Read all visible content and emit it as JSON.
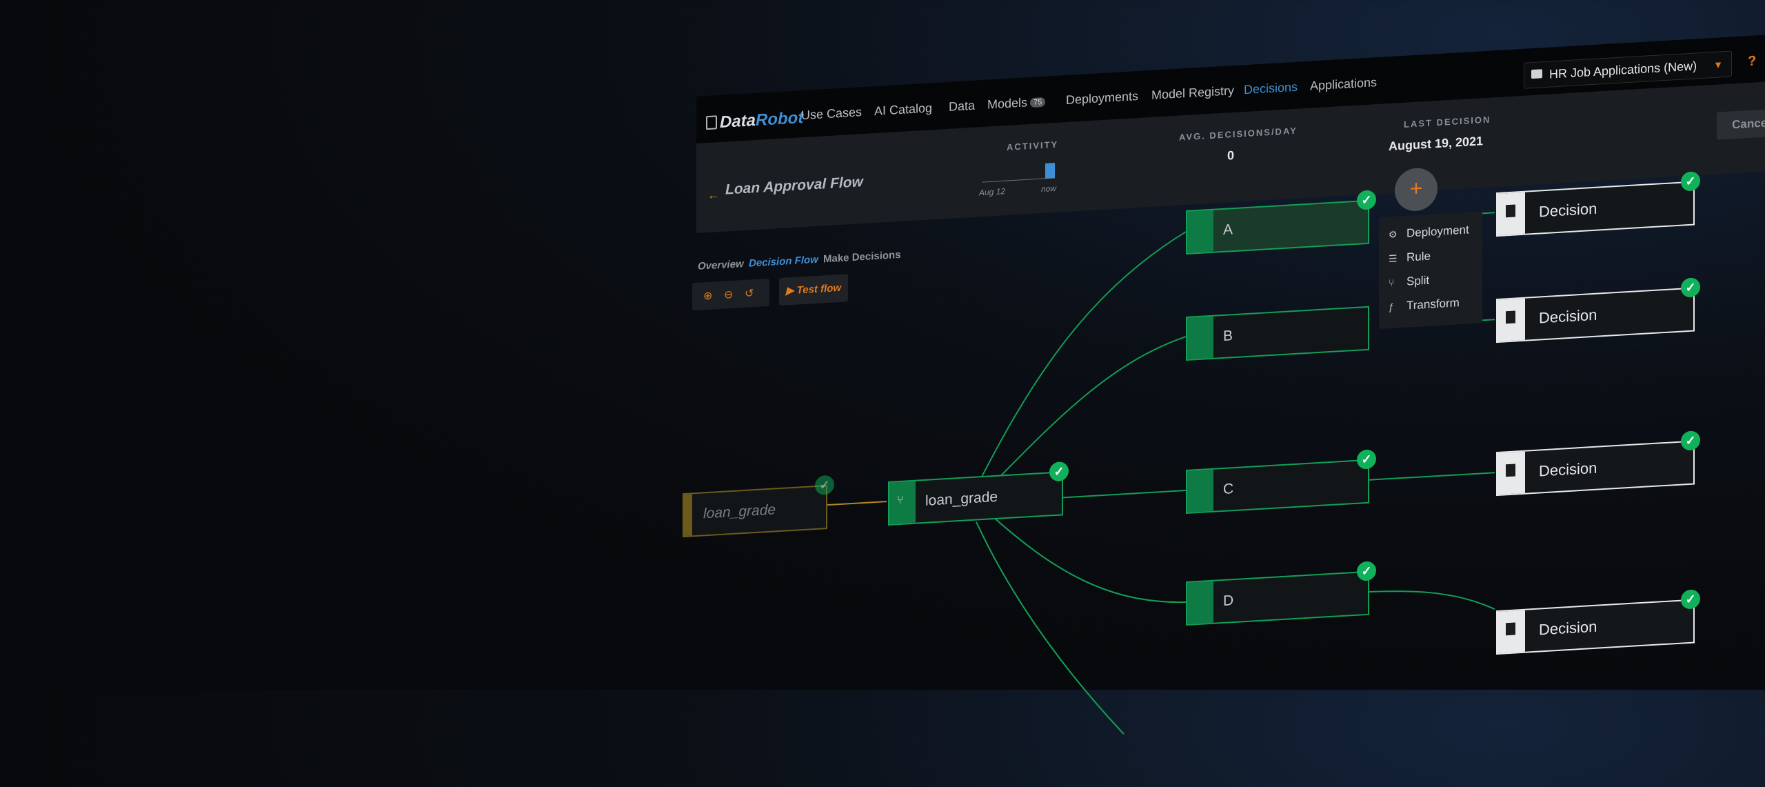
{
  "logo": {
    "data": "Data",
    "robot": "Robot"
  },
  "nav": [
    {
      "label": "Use Cases"
    },
    {
      "label": "AI Catalog"
    },
    {
      "label": "Data"
    },
    {
      "label": "Models",
      "badge": "75"
    },
    {
      "label": "Deployments"
    },
    {
      "label": "Model Registry"
    },
    {
      "label": "Decisions",
      "active": true
    },
    {
      "label": "Applications"
    }
  ],
  "project": {
    "name": "HR Job Applications (New)"
  },
  "help_label": "?",
  "header": {
    "back_icon": "←",
    "title": "Loan Approval Flow",
    "activity": {
      "label": "ACTIVITY",
      "start_tick": "Aug 12",
      "end_tick": "now"
    },
    "avg": {
      "label": "AVG. DECISIONS/DAY",
      "value": "0"
    },
    "last": {
      "label": "LAST DECISION",
      "value": "August 19, 2021"
    },
    "cancel_label": "Cancel"
  },
  "tabs": {
    "overview": "Overview",
    "flow": "Decision Flow",
    "make": "Make Decisions"
  },
  "toolbar": {
    "zoom_in": "⊕",
    "zoom_out": "⊖",
    "reset": "↺",
    "test_label": "▶ Test flow"
  },
  "nodes": {
    "input": "loan_grade",
    "split": "loan_grade",
    "a": "A",
    "b": "B",
    "c": "C",
    "d": "D",
    "decision": "Decision"
  },
  "check_glyph": "✓",
  "plus_glyph": "+",
  "add_menu": [
    "Deployment",
    "Rule",
    "Split",
    "Transform"
  ],
  "colors": {
    "accent": "#e07a1f",
    "link": "#3d8fd6",
    "node_green": "#119f57",
    "check": "#10b15a"
  }
}
